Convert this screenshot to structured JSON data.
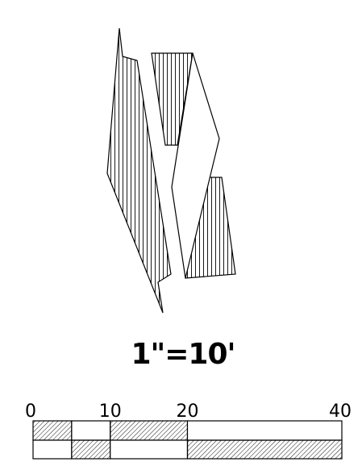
{
  "scale": {
    "label": "1\"=10'",
    "ticks": [
      {
        "value": 0,
        "label": "0"
      },
      {
        "value": 10,
        "label": "10"
      },
      {
        "value": 20,
        "label": "20"
      },
      {
        "value": 40,
        "label": "40"
      }
    ],
    "max": 40
  },
  "colors": {
    "stroke": "#000000",
    "fill": "#ffffff"
  }
}
